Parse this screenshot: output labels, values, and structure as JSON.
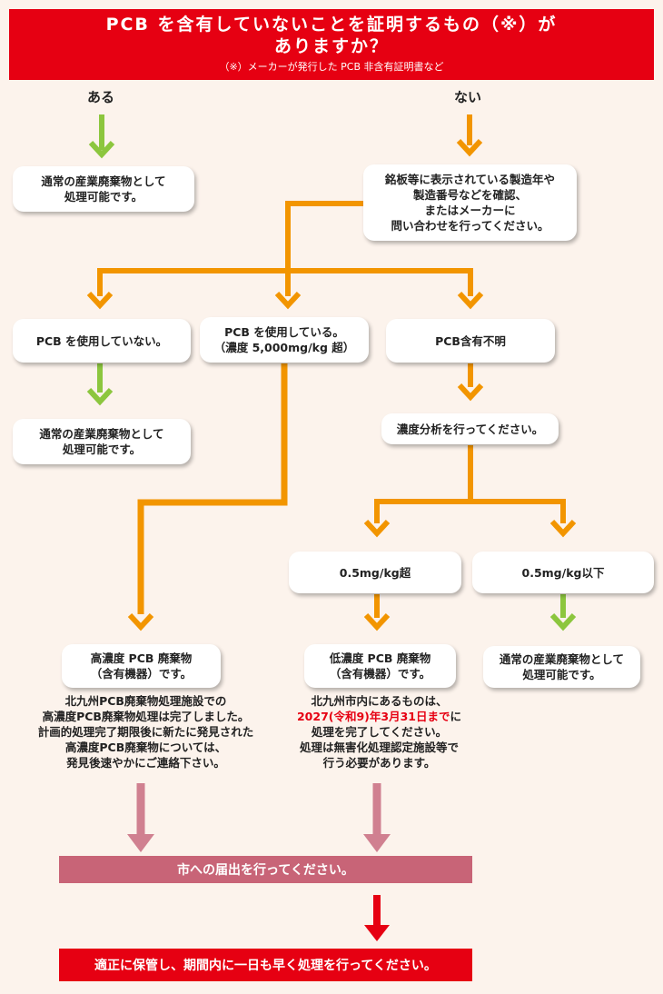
{
  "colors": {
    "header_red": "#e60012",
    "orange": "#f29500",
    "green": "#8cc63e",
    "pink": "#d08090",
    "pink_band": "#c86477",
    "red": "#e60012",
    "background": "#fcf3ec"
  },
  "header": {
    "question_line1": "PCB を含有していないことを証明するもの（※）が",
    "question_line2": "ありますか？",
    "note": "（※）メーカーが発行した PCB 非含有証明書など"
  },
  "branches": {
    "yes": "ある",
    "no": "ない"
  },
  "boxes": {
    "yes_result": [
      "通常の産業廃棄物として",
      "処理可能です。"
    ],
    "check_nameplate": [
      "銘板等に表示されている製造年や",
      "製造番号などを確認、",
      "またはメーカーに",
      "問い合わせを行ってください。"
    ],
    "not_using": [
      "PCB を使用していない。"
    ],
    "not_using_result": [
      "通常の産業廃棄物として",
      "処理可能です。"
    ],
    "using": [
      "PCB を使用している。",
      "（濃度 5,000mg/kg 超）"
    ],
    "unknown": [
      "PCB含有不明"
    ],
    "analyze": [
      "濃度分析を行ってください。"
    ],
    "over_05": [
      "0.5mg/kg超"
    ],
    "under_05": [
      "0.5mg/kg以下"
    ],
    "high_conc": [
      "高濃度 PCB 廃棄物",
      "（含有機器）です。"
    ],
    "low_conc": [
      "低濃度 PCB 廃棄物",
      "（含有機器）です。"
    ],
    "under_result": [
      "通常の産業廃棄物として",
      "処理可能です。"
    ]
  },
  "texts": {
    "high_desc": [
      "北九州PCB廃棄物処理施設での",
      "高濃度PCB廃棄物処理は完了しました。",
      "計画的処理完了期限後に新たに発見された",
      "高濃度PCB廃棄物については、",
      "発見後速やかにご連絡下さい。"
    ],
    "low_desc_line1": "北九州市内にあるものは、",
    "low_desc_deadline": "2027(令和9)年3月31日まで",
    "low_desc_deadline_suffix": "に",
    "low_desc_rest": [
      "処理を完了してください。",
      "処理は無害化処理認定施設等で",
      "行う必要があります。"
    ]
  },
  "bands": {
    "notify": "市への届出を行ってください。",
    "store": "適正に保管し、期間内に一日も早く処理を行ってください。"
  }
}
